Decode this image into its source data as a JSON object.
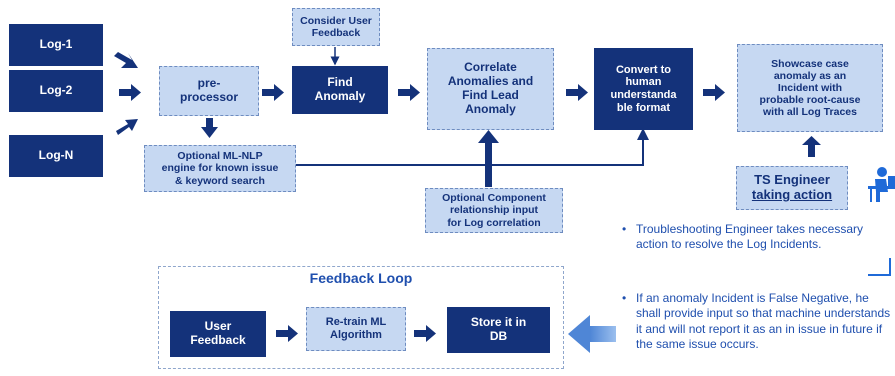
{
  "logs": [
    "Log-1",
    "Log-2",
    "Log-N"
  ],
  "preprocessor": "pre-\nprocessor",
  "ml_nlp": "Optional ML-NLP\nengine for known issue\n& keyword search",
  "consider_feedback": "Consider User\nFeedback",
  "find_anomaly": "Find\nAnomaly",
  "correlate": "Correlate\nAnomalies and\nFind Lead\nAnomaly",
  "convert": "Convert to\nhuman\nunderstanda\nble format",
  "showcase": "Showcase case\nanomaly as an\nIncident with\nprobable root-cause\nwith all Log Traces",
  "component_input": "Optional Component\nrelationship input\nfor Log correlation",
  "ts_engineer": {
    "line1": "TS Engineer",
    "line2": "taking action"
  },
  "notes": [
    "Troubleshooting Engineer takes necessary action to resolve the Log Incidents.",
    "If an anomaly Incident is False Negative, he shall provide input so that machine understands it and will not report it as an in issue in future if the same issue occurs."
  ],
  "feedback_loop": {
    "title": "Feedback Loop",
    "user_feedback": "User\nFeedback",
    "retrain": "Re-train ML\nAlgorithm",
    "store": "Store it in\nDB"
  },
  "colors": {
    "dark_box": "#14327a",
    "light_box": "#c6d8f2",
    "arrow": "#14327a",
    "note_text": "#1f4fae",
    "big_arrow": "#5b8fd8"
  }
}
